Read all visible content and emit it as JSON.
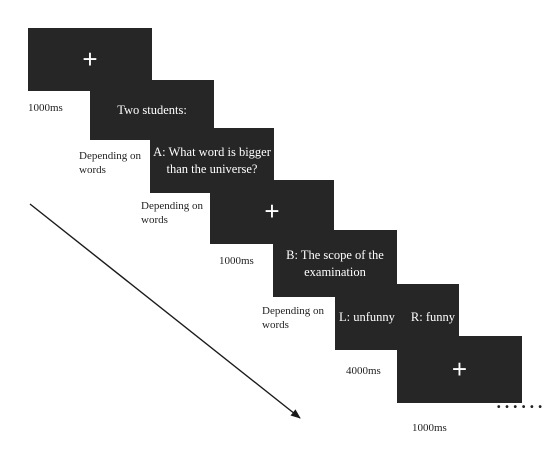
{
  "screens": [
    {
      "id": "fixation-1",
      "symbol": "+"
    },
    {
      "id": "context",
      "text": "Two students:"
    },
    {
      "id": "question",
      "lines": [
        "A: What word is bigger",
        "than the universe?"
      ]
    },
    {
      "id": "fixation-2",
      "symbol": "+"
    },
    {
      "id": "answer",
      "lines": [
        "B: The scope of the",
        "examination"
      ]
    },
    {
      "id": "rating",
      "left": "L: unfunny",
      "right": "R: funny"
    },
    {
      "id": "fixation-3",
      "symbol": "+"
    }
  ],
  "durations": [
    {
      "lines": [
        "1000ms"
      ]
    },
    {
      "lines": [
        "Depending on",
        "words"
      ]
    },
    {
      "lines": [
        "Depending on",
        "words"
      ]
    },
    {
      "lines": [
        "1000ms"
      ]
    },
    {
      "lines": [
        "Depending on",
        "words"
      ]
    },
    {
      "lines": [
        "4000ms"
      ]
    },
    {
      "lines": [
        "1000ms"
      ]
    }
  ],
  "continuation": "• • • • • •",
  "colors": {
    "screen": "#262626",
    "screen_text": "#ffffff",
    "label_text": "#222222",
    "arrow": "#1a1a1a"
  }
}
